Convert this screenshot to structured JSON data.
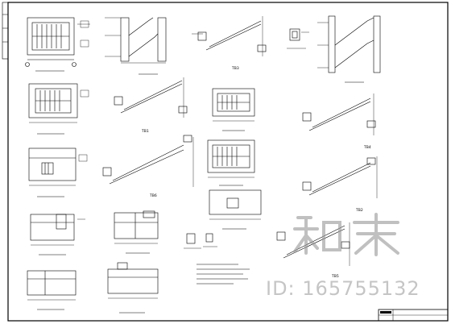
{
  "drawing": {
    "stair_labels": [
      {
        "id": "tb1",
        "text": "TB1"
      },
      {
        "id": "tb2",
        "text": "TB2"
      },
      {
        "id": "tb3",
        "text": "TB3"
      },
      {
        "id": "tb4",
        "text": "TB4"
      },
      {
        "id": "tb5",
        "text": "TB5"
      },
      {
        "id": "tb6",
        "text": "TB6"
      }
    ]
  },
  "watermark": {
    "logo_text": "知末",
    "id_text": "ID: 165755132"
  },
  "colors": {
    "line": "#000000",
    "watermark": "#999999"
  }
}
